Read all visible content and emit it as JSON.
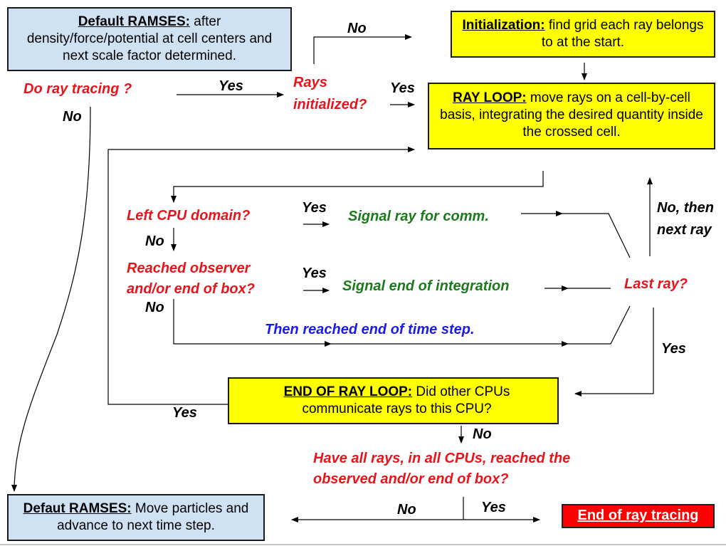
{
  "colors": {
    "blue_box": "#cfe2f3",
    "yellow_box": "#ffff00",
    "red_box": "#ff0000",
    "question_text": "#e8141c",
    "signal_text": "#1b7a1b",
    "note_text": "#1a1aee"
  },
  "boxes": {
    "default_ramses_top": {
      "title": "Default RAMSES:",
      "text": " after density/force/potential at cell centers and next scale factor determined."
    },
    "initialization": {
      "title": "Initialization:",
      "text": " find grid each ray belongs to at the start."
    },
    "ray_loop": {
      "title": "RAY LOOP:",
      "text": " move rays on a cell-by-cell basis, integrating the desired quantity inside the crossed cell."
    },
    "end_of_ray_loop": {
      "title": "END OF RAY LOOP:",
      "text": " Did other CPUs communicate rays to this CPU?"
    },
    "default_ramses_bottom": {
      "title": "Defaut RAMSES:",
      "text": " Move particles and advance to next time step."
    },
    "end_of_ray_tracing": {
      "title": "End of ray tracing"
    }
  },
  "questions": {
    "do_ray_tracing": "Do ray tracing ?",
    "rays_initialized_1": "Rays",
    "rays_initialized_2": "initialized?",
    "left_cpu_domain": "Left CPU domain?",
    "reached_observer_1": "Reached observer",
    "reached_observer_2": "and/or end of box?",
    "last_ray": "Last ray?",
    "have_all_rays_1": "Have all rays, in all CPUs, reached the",
    "have_all_rays_2": "observed and/or end of box?"
  },
  "signals": {
    "signal_comm": "Signal ray for comm.",
    "signal_end": "Signal end of integration"
  },
  "notes": {
    "time_step": "Then reached end of time step."
  },
  "edge_labels": {
    "yes_ray_tracing": "Yes",
    "no_ray_tracing": "No",
    "no_initialized": "No",
    "yes_initialized": "Yes",
    "yes_left_cpu": "Yes",
    "no_left_cpu": "No",
    "yes_reached": "Yes",
    "no_reached": "No",
    "no_then_next_ray_1": "No, then",
    "no_then_next_ray_2": "next ray",
    "yes_last_ray": "Yes",
    "yes_end_loop": "Yes",
    "no_end_loop": "No",
    "no_have_all": "No",
    "yes_have_all": "Yes"
  }
}
